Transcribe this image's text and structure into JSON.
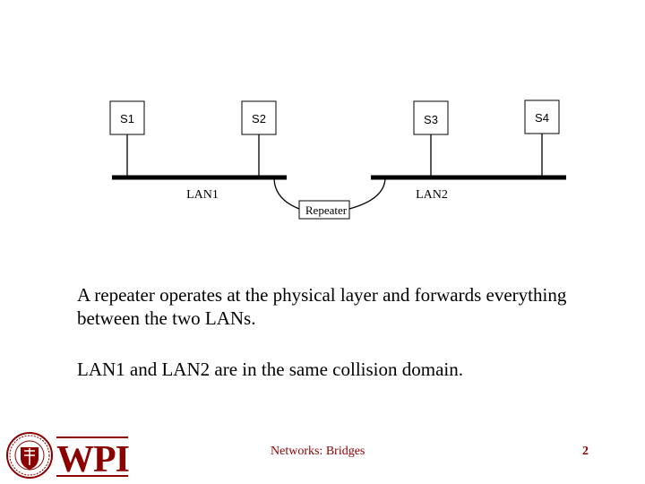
{
  "diagram": {
    "stations": [
      "S1",
      "S2",
      "S3",
      "S4"
    ],
    "lan_labels": [
      "LAN1",
      "LAN2"
    ],
    "repeater_label": "Repeater"
  },
  "text": {
    "paragraph1": "A repeater operates at the physical layer and forwards everything between the two LANs.",
    "paragraph2": "LAN1 and LAN2 are in the same collision domain."
  },
  "footer": {
    "logo_text": "WPI",
    "title": "Networks: Bridges",
    "page_number": "2"
  },
  "colors": {
    "brand": "#8b0000",
    "line": "#000000"
  }
}
